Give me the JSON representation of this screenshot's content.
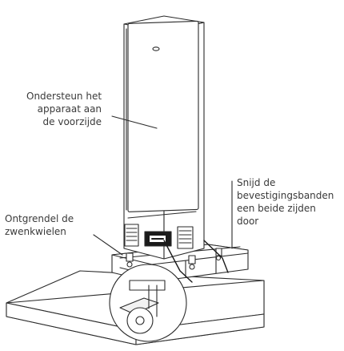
{
  "annotations": {
    "support_front": [
      "Ondersteun het",
      "apparaat aan",
      "de voorzijde"
    ],
    "cut_straps": [
      "Snijd de",
      "bevestigingsbanden",
      "een beide zijden",
      "door"
    ],
    "unlock_castors": [
      "Ontgrendel de",
      "zwenkwielen"
    ]
  },
  "colors": {
    "line": "#2b2b2b",
    "fill": "#ffffff",
    "panel": "#1a1a1a"
  }
}
